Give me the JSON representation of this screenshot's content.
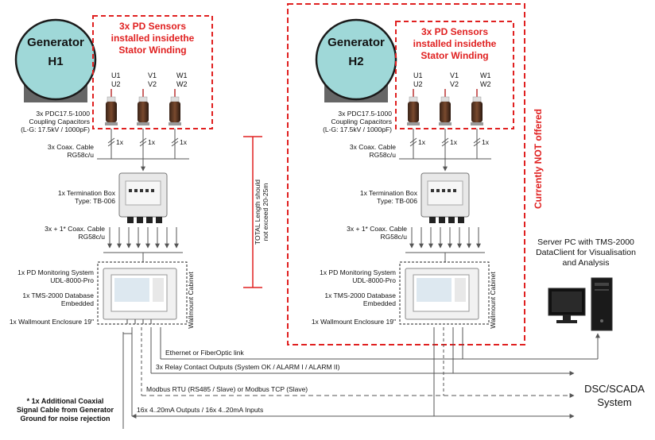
{
  "gen1": {
    "name": "Generator",
    "id": "H1"
  },
  "gen2": {
    "name": "Generator",
    "id": "H2"
  },
  "sensor_box": {
    "line1": "3x PD Sensors",
    "line2": "installed insidethe",
    "line3": "Stator Winding"
  },
  "phases": {
    "u1": "U1",
    "u2": "U2",
    "v1": "V1",
    "v2": "V2",
    "w1": "W1",
    "w2": "W2"
  },
  "capacitors": {
    "line1": "3x PDC17.5-1000",
    "line2": "Coupling Capacitors",
    "line3": "(L-G: 17.5kV / 1000pF)"
  },
  "cable_count": "1x",
  "coax1": {
    "line1": "3x Coax. Cable",
    "line2": "RG58c/u"
  },
  "termbox": {
    "line1": "1x Termination Box",
    "line2": "Type: TB-006"
  },
  "coax2": {
    "line1": "3x + 1* Coax. Cable",
    "line2": "RG58c/u"
  },
  "pdms": {
    "line1": "1x PD Monitoring System",
    "line2": "UDL-8000-Pro"
  },
  "tms": {
    "line1": "1x TMS-2000 Database",
    "line2": "Embedded"
  },
  "enclosure": "1x Wallmount Enclosure 19\"",
  "cabinet_label": "Wallmount Cabinet",
  "total_length": {
    "line1": "TOTAL Length should",
    "line2": "not exceed 20-25m"
  },
  "not_offered": "Currently NOT offered",
  "server": {
    "line1": "Server PC with TMS-2000",
    "line2": "DataClient for Visualisation",
    "line3": "and Analysis"
  },
  "links": {
    "ethernet": "Ethernet or FiberOptic link",
    "relay": "3x Relay Contact Outputs (System OK / ALARM I / ALARM II)",
    "modbus": "Modbus RTU (RS485 / Slave) or Modbus TCP (Slave)",
    "analog": "16x 4..20mA Outputs / 16x 4..20mA Inputs"
  },
  "dsc": {
    "line1": "DSC/SCADA",
    "line2": "System"
  },
  "note": {
    "line1": "* 1x Additional Coaxial",
    "line2": "Signal Cable from Generator",
    "line3": "Ground for noise rejection"
  },
  "colors": {
    "generator": "#9fd8d8",
    "red": "#e02020",
    "line": "#555555"
  }
}
